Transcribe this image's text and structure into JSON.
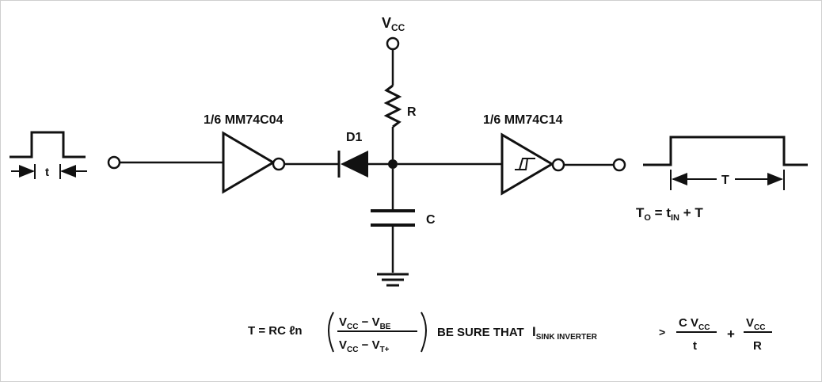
{
  "labels": {
    "vcc_main": "V",
    "vcc_main_sub": "CC",
    "resistor": "R",
    "diode": "D1",
    "capacitor": "C",
    "inverter1": "1/6 MM74C04",
    "inverter2": "1/6 MM74C14",
    "input_pulse_width": "t",
    "output_pulse_width": "T"
  },
  "output_relation": {
    "lhs": "T",
    "lhs_sub": "O",
    "eq": " = t",
    "t_sub": "IN",
    "tail": " + T"
  },
  "formula": {
    "prefix": "T = RC ℓn",
    "num_a": "V",
    "num_a_sub": "CC",
    "num_minus": " − V",
    "num_b_sub": "BE",
    "den_a": "V",
    "den_a_sub": "CC",
    "den_minus": " − V",
    "den_b_sub": "T+",
    "be_sure": "BE SURE THAT",
    "i_main": "I",
    "i_sub": "SINK INVERTER",
    "gt": ">",
    "f1_num": "C V",
    "f1_num_sub": "CC",
    "f1_den": "t",
    "plus": "+",
    "f2_num": "V",
    "f2_num_sub": "CC",
    "f2_den": "R"
  }
}
